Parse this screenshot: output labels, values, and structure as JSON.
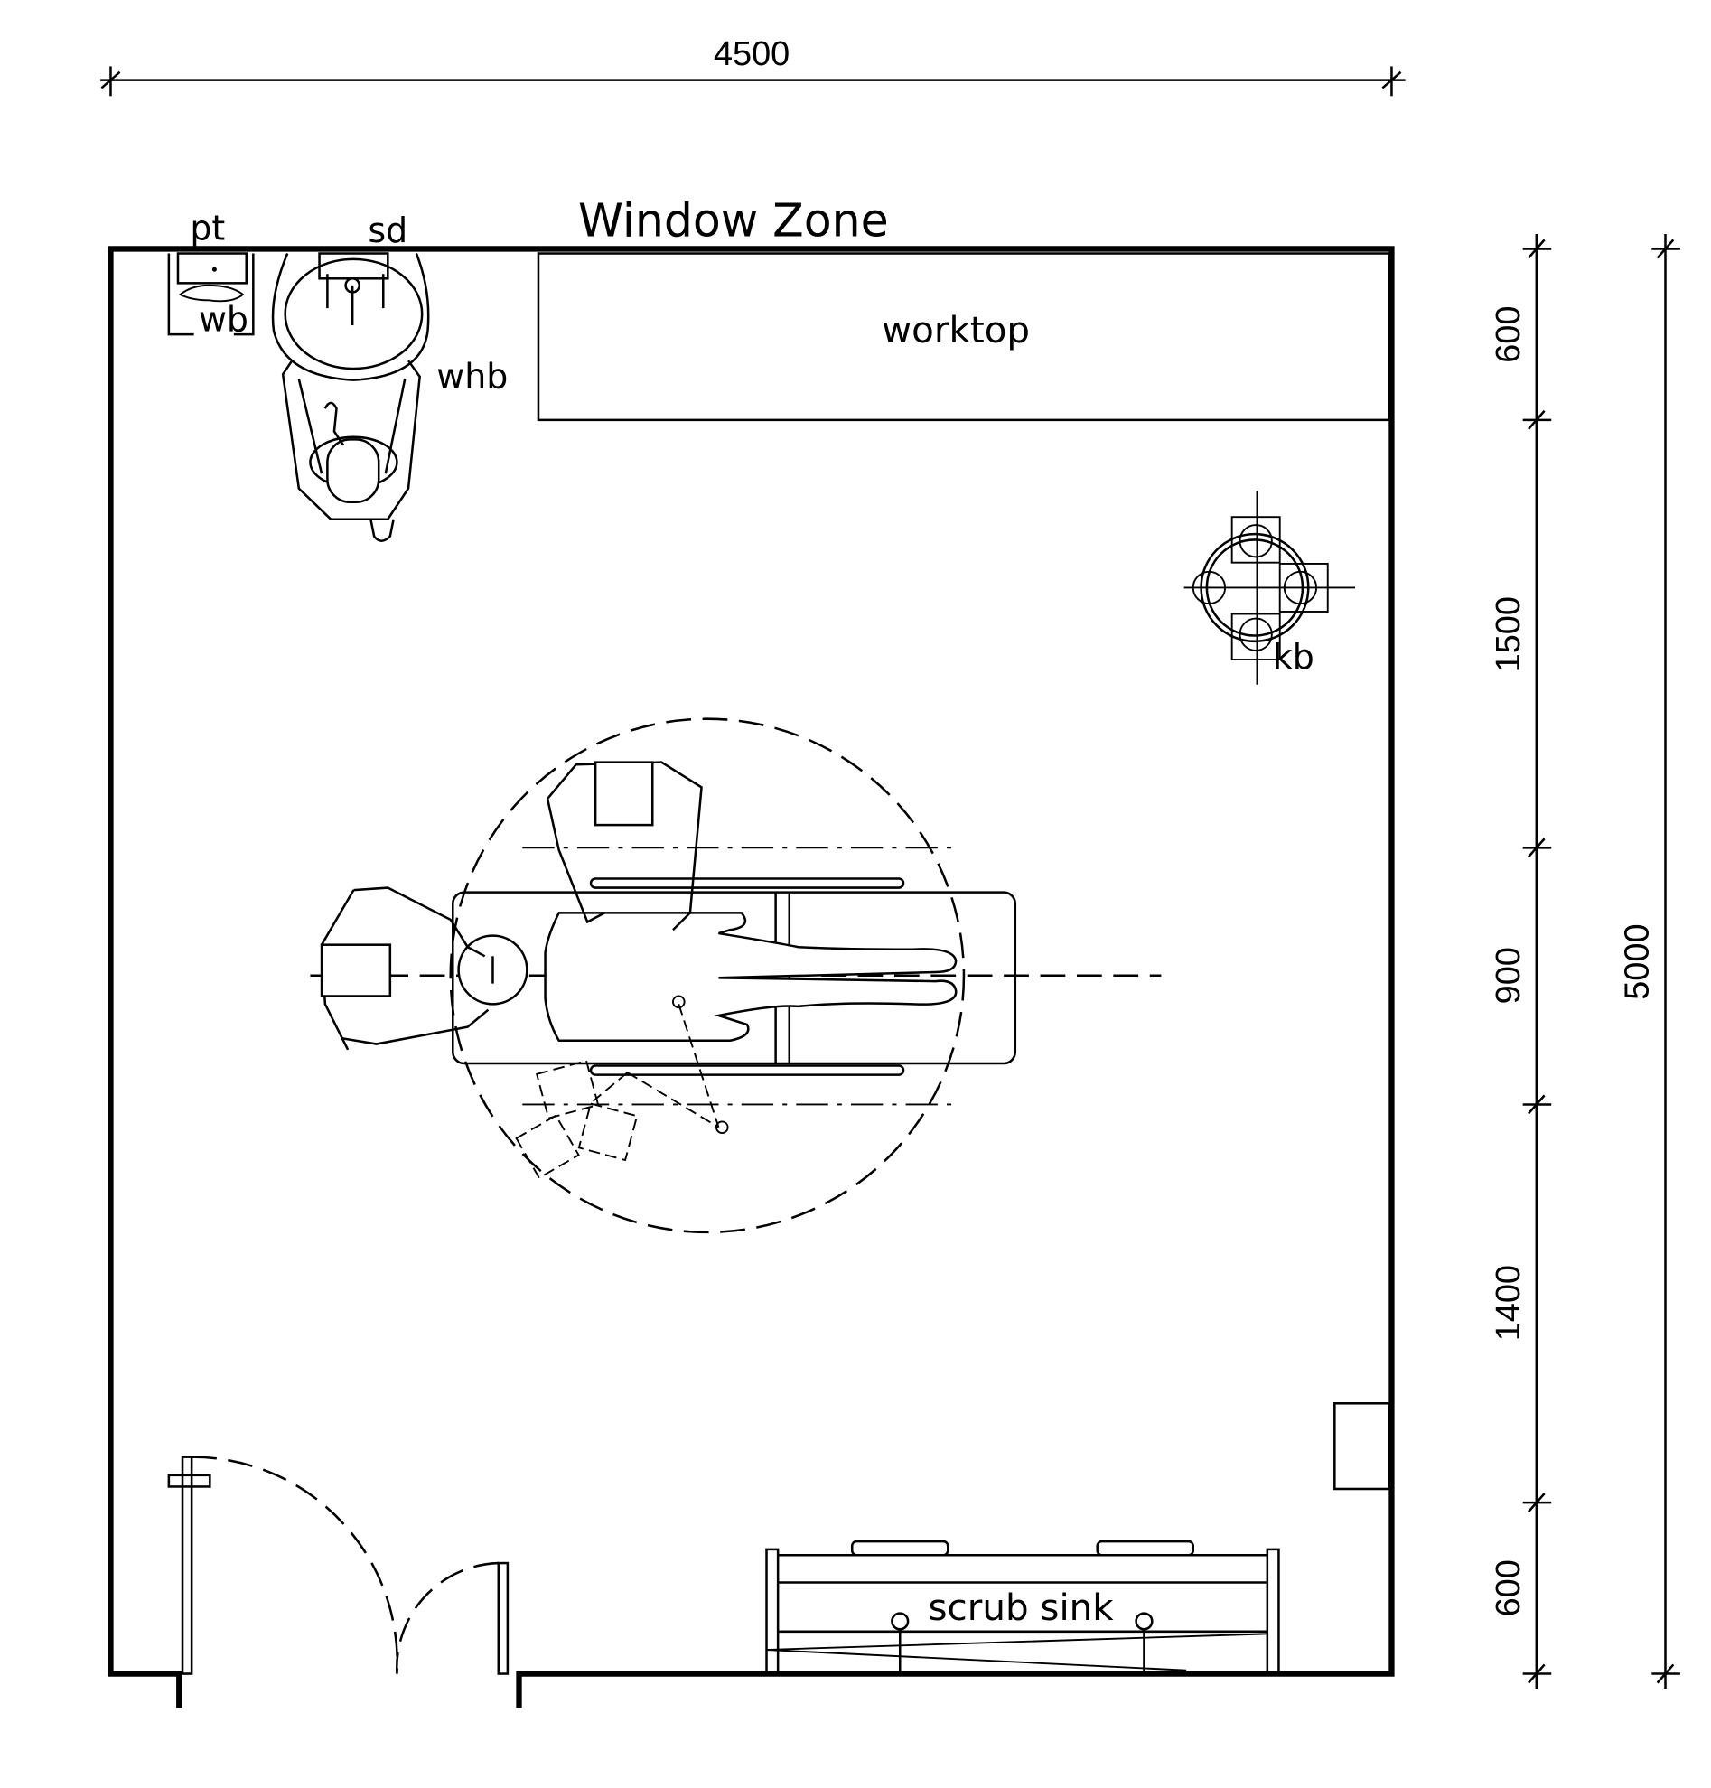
{
  "plan": {
    "zone_label": "Window Zone",
    "labels": {
      "paper_towel": "pt",
      "soap_dispenser": "sd",
      "waste_bin": "wb",
      "wash_hand_basin": "whb",
      "worktop": "worktop",
      "kick_bucket": "kb",
      "scrub_sink": "scrub sink"
    },
    "dimensions": {
      "width_total": "4500",
      "height_total": "5000",
      "height_segments": [
        "600",
        "1500",
        "900",
        "1400",
        "600"
      ]
    }
  }
}
